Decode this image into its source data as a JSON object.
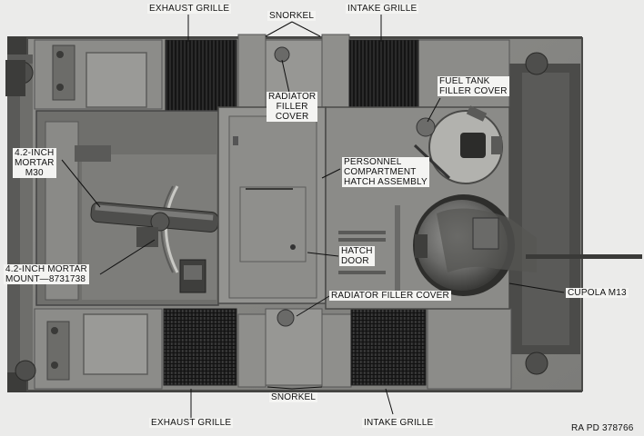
{
  "figure": {
    "plate_number": "RA PD 378766"
  },
  "callouts": {
    "exhaust_grille_top": "EXHAUST GRILLE",
    "snorkel_top": "SNORKEL",
    "intake_grille_top": "INTAKE GRILLE",
    "radiator_filler_cover_top": [
      "RADIATOR",
      "FILLER",
      "COVER"
    ],
    "fuel_tank_filler_cover": [
      "FUEL TANK",
      "FILLER COVER"
    ],
    "mortar": [
      "4.2-INCH",
      "MORTAR",
      "M30"
    ],
    "personnel_hatch": [
      "PERSONNEL",
      "COMPARTMENT",
      "HATCH ASSEMBLY"
    ],
    "hatch_door": [
      "HATCH",
      "DOOR"
    ],
    "mortar_mount": [
      "4.2-INCH MORTAR",
      "MOUNT—8731738"
    ],
    "radiator_filler_cover_bottom": "RADIATOR FILLER COVER",
    "cupola": "CUPOLA M13",
    "exhaust_grille_bottom": "EXHAUST GRILLE",
    "snorkel_bottom": "SNORKEL",
    "intake_grille_bottom": "INTAKE GRILLE"
  }
}
